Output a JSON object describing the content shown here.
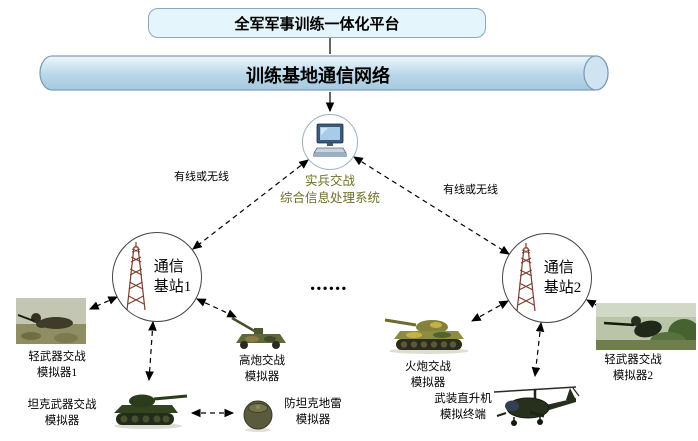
{
  "platform": {
    "label": "全军军事训练一体化平台"
  },
  "network": {
    "label": "训练基地通信网络"
  },
  "processor": {
    "line1": "实兵交战",
    "line2": "综合信息处理系统"
  },
  "links": {
    "left_label": "有线或无线",
    "right_label": "有线或无线"
  },
  "stations": {
    "station1": {
      "line1": "通信",
      "line2": "基站1"
    },
    "station2": {
      "line1": "通信",
      "line2": "基站2"
    },
    "ellipsis": "......"
  },
  "simulators": {
    "light_weapon_1": {
      "line1": "轻武器交战",
      "line2": "模拟器1"
    },
    "tank_weapon": {
      "line1": "坦克武器交战",
      "line2": "模拟器"
    },
    "aa_gun": {
      "line1": "高炮交战",
      "line2": "模拟器"
    },
    "mine": {
      "line1": "防坦克地雷",
      "line2": "模拟器"
    },
    "artillery": {
      "line1": "火炮交战",
      "line2": "模拟器"
    },
    "helicopter": {
      "line1": "武装直升机",
      "line2": "模拟终端"
    },
    "light_weapon_2": {
      "line1": "轻武器交战",
      "line2": "模拟器2"
    }
  },
  "colors": {
    "platform_fill": "#e4f6fc",
    "cylinder_fill": "#bcd9ea",
    "processor_text": "#6f6f28",
    "tower_color": "#7d3f2f"
  }
}
